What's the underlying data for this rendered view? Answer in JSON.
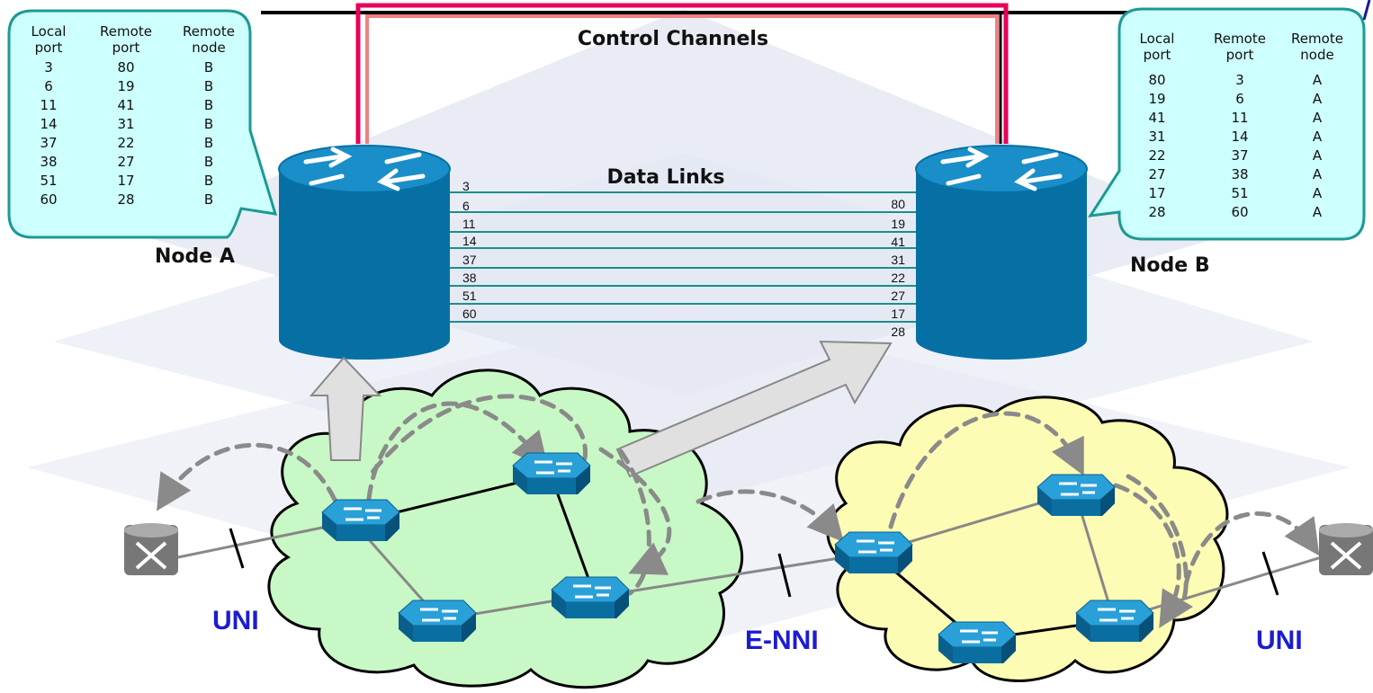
{
  "labels": {
    "control_channels": "Control Channels",
    "data_links": "Data Links",
    "node_a": "Node A",
    "node_b": "Node B",
    "uni_left": "UNI",
    "enni": "E-NNI",
    "uni_right": "UNI"
  },
  "table_a": {
    "headers": [
      [
        "Local",
        "port"
      ],
      [
        "Remote",
        "port"
      ],
      [
        "Remote",
        "node"
      ]
    ],
    "rows": [
      [
        "3",
        "80",
        "B"
      ],
      [
        "6",
        "19",
        "B"
      ],
      [
        "11",
        "41",
        "B"
      ],
      [
        "14",
        "31",
        "B"
      ],
      [
        "37",
        "22",
        "B"
      ],
      [
        "38",
        "27",
        "B"
      ],
      [
        "51",
        "17",
        "B"
      ],
      [
        "60",
        "28",
        "B"
      ]
    ]
  },
  "table_b": {
    "headers": [
      [
        "Local",
        "port"
      ],
      [
        "Remote",
        "port"
      ],
      [
        "Remote",
        "node"
      ]
    ],
    "rows": [
      [
        "80",
        "3",
        "A"
      ],
      [
        "19",
        "6",
        "A"
      ],
      [
        "41",
        "11",
        "A"
      ],
      [
        "31",
        "14",
        "A"
      ],
      [
        "22",
        "37",
        "A"
      ],
      [
        "27",
        "38",
        "A"
      ],
      [
        "17",
        "51",
        "A"
      ],
      [
        "28",
        "60",
        "A"
      ]
    ]
  },
  "data_links": {
    "left_ports": [
      "3",
      "6",
      "11",
      "14",
      "37",
      "38",
      "51",
      "60"
    ],
    "right_ports": [
      "80",
      "19",
      "41",
      "31",
      "22",
      "27",
      "17",
      "28"
    ]
  },
  "colors": {
    "router_body": "#0670a5",
    "router_top": "#1a8ec8",
    "callout_fill": "#ccfffd",
    "callout_stroke": "#1b9a93",
    "link_teal": "#1a8f8a",
    "control_red": "#e8005a",
    "control_pink": "#f08080",
    "cloud_green": "#c8f8c5",
    "cloud_yellow": "#fdfcb4",
    "label_blue": "#1c1ccf"
  }
}
